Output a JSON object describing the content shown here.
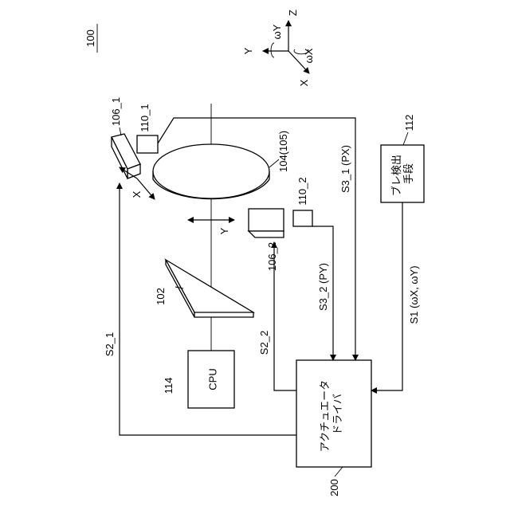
{
  "figure_label": "100",
  "axes": {
    "z": "Z",
    "y": "Y",
    "x": "X",
    "omega_y": "ωY",
    "omega_x": "ωX"
  },
  "components": {
    "actuator_1": "106_1",
    "sensor_1": "110_1",
    "actuator_2": "106_2",
    "sensor_2": "110_2",
    "lens": "104(105)",
    "sensor_plate": "102",
    "cpu_ref": "114",
    "cpu_label": "CPU",
    "shake_ref": "112",
    "shake_label_line1": "ブレ検出",
    "shake_label_line2": "手段",
    "driver_ref": "200",
    "driver_label_line1": "アクチュエータ",
    "driver_label_line2": "ドライバ"
  },
  "directions": {
    "x_move": "X",
    "y_move": "Y"
  },
  "signals": {
    "s2_1": "S2_1",
    "s2_2": "S2_2",
    "s3_1": "S3_1 (PX)",
    "s3_2": "S3_2 (PY)",
    "s1": "S1 (ωX, ωY)"
  }
}
